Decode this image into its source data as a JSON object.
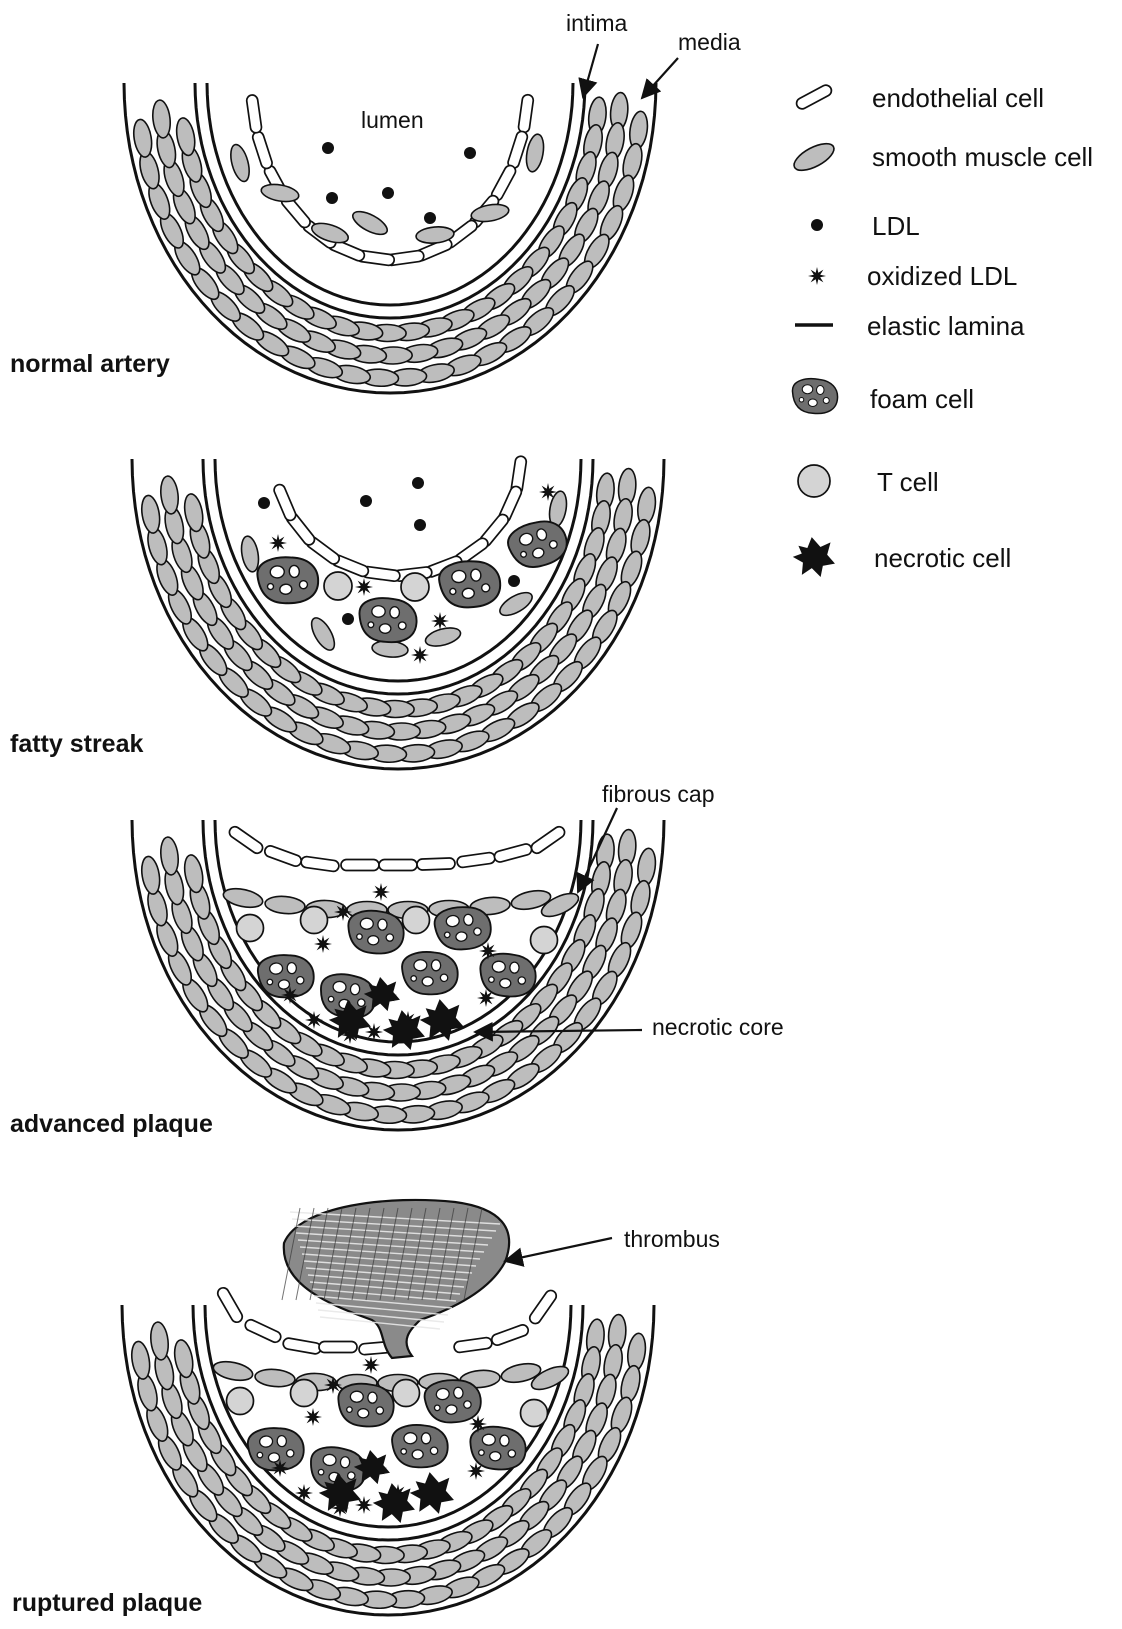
{
  "stages": [
    {
      "name": "normal artery"
    },
    {
      "name": "fatty streak"
    },
    {
      "name": "advanced plaque"
    },
    {
      "name": "ruptured plaque"
    }
  ],
  "annotations": {
    "intima": "intima",
    "media": "media",
    "lumen": "lumen",
    "fibrous_cap": "fibrous cap",
    "necrotic_core": "necrotic core",
    "thrombus": "thrombus"
  },
  "legend": [
    {
      "key": "endothelial",
      "label": "endothelial cell",
      "icon": "endothelial-cell-icon"
    },
    {
      "key": "smc",
      "label": "smooth muscle cell",
      "icon": "smooth-muscle-cell-icon"
    },
    {
      "key": "ldl",
      "label": "LDL",
      "icon": "ldl-dot-icon"
    },
    {
      "key": "oxldl",
      "label": "oxidized LDL",
      "icon": "oxidized-ldl-star-icon"
    },
    {
      "key": "lamina",
      "label": "elastic lamina",
      "icon": "elastic-lamina-line-icon"
    },
    {
      "key": "foam",
      "label": "foam cell",
      "icon": "foam-cell-icon"
    },
    {
      "key": "tcell",
      "label": "T cell",
      "icon": "t-cell-icon"
    },
    {
      "key": "necrotic",
      "label": "necrotic cell",
      "icon": "necrotic-cell-icon"
    }
  ],
  "colors": {
    "line": "#111111",
    "smooth_muscle": "#bdbdbd",
    "foam_cell": "#6e6e6e",
    "t_cell": "#d4d4d4",
    "necrotic": "#111111",
    "thrombus": "#8a8a8a"
  }
}
